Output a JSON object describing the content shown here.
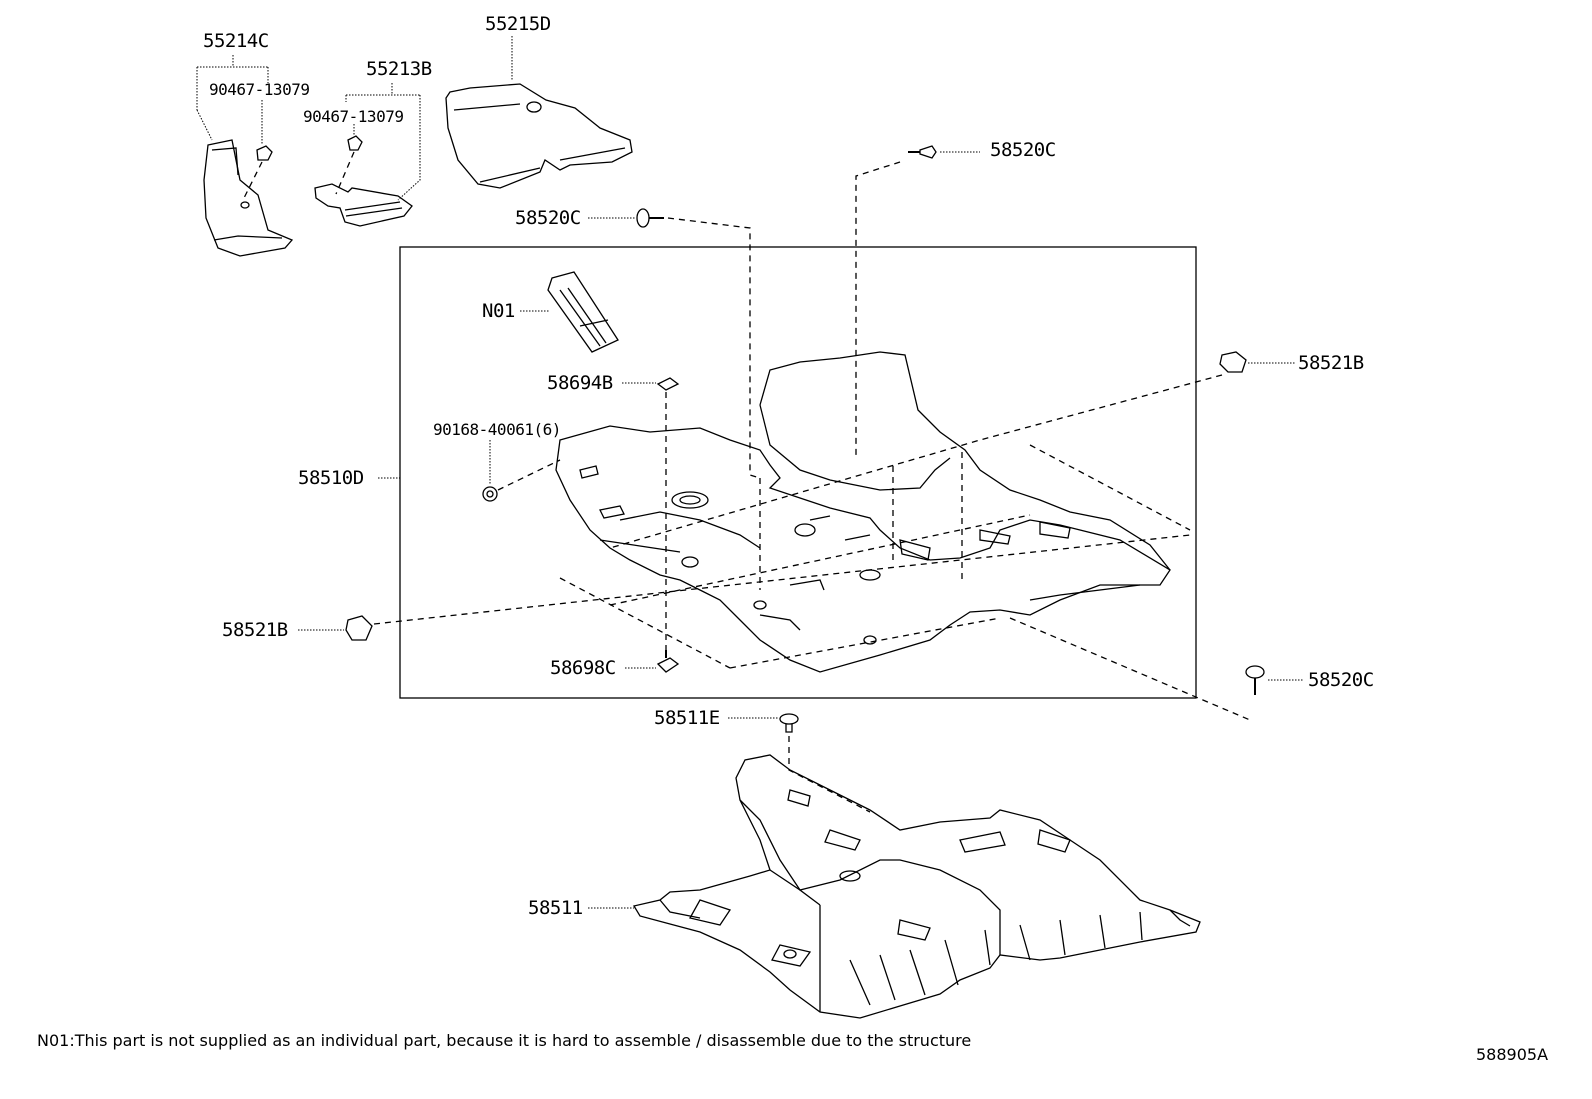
{
  "labels": {
    "p55214c": "55214C",
    "p55213b": "55213B",
    "p55215d": "55215D",
    "p90467_a": "90467-13079",
    "p90467_b": "90467-13079",
    "p58520c_top": "58520C",
    "p58520c_mid": "58520C",
    "p58520c_right": "58520C",
    "pN01": "N01",
    "p58694b": "58694B",
    "p90168": "90168-40061(6)",
    "p58510d": "58510D",
    "p58521b_right": "58521B",
    "p58521b_left": "58521B",
    "p58698c": "58698C",
    "p58511e": "58511E",
    "p58511": "58511"
  },
  "footnote": "N01:This part is not supplied as an individual part, because it is hard to assemble / disassemble due to the structure",
  "diagram_code": "588905A"
}
